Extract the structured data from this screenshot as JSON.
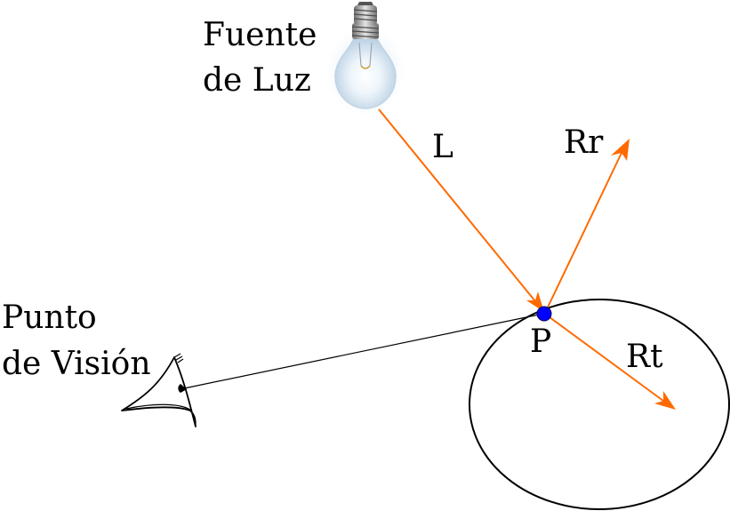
{
  "labels": {
    "light_source_line1": "Fuente",
    "light_source_line2": "de Luz",
    "viewpoint_line1": "Punto",
    "viewpoint_line2": "de Visión",
    "incident_ray": "L",
    "reflected_ray": "Rr",
    "transmitted_ray": "Rt",
    "intersection_point": "P"
  },
  "colors": {
    "ray": "#ff6a00",
    "point": "#0000ff",
    "outline": "#000000",
    "background": "#ffffff"
  },
  "icons": {
    "light_source": "light-bulb-icon",
    "viewpoint": "eye-icon"
  }
}
